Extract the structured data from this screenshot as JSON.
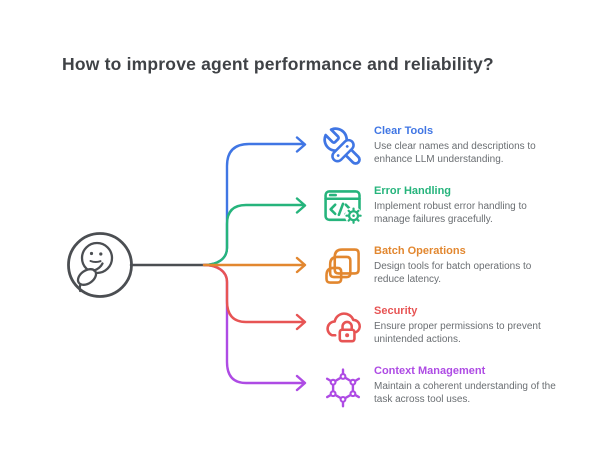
{
  "page": {
    "background_color": "#ffffff",
    "title": "How to improve agent performance and reliability?",
    "title_color": "#3f4246"
  },
  "center": {
    "label": "thinking-face",
    "color": "#4b4e52"
  },
  "text_colors": {
    "description": "#6a6e72"
  },
  "branches": [
    {
      "title": "Clear Tools",
      "description": "Use clear names and descriptions to enhance LLM understanding.",
      "color": "#4076e4",
      "icon": "tools-icon"
    },
    {
      "title": "Error Handling",
      "description": "Implement robust error handling to manage failures gracefully.",
      "color": "#26b47c",
      "icon": "code-window-gear-icon"
    },
    {
      "title": "Batch Operations",
      "description": "Design tools for batch operations to reduce latency.",
      "color": "#e2872f",
      "icon": "documents-stack-icon"
    },
    {
      "title": "Security",
      "description": "Ensure proper permissions to prevent unintended actions.",
      "color": "#e75454",
      "icon": "cloud-lock-icon"
    },
    {
      "title": "Context Management",
      "description": "Maintain a coherent understanding of the task across tool uses.",
      "color": "#ae4be4",
      "icon": "network-nodes-icon"
    }
  ]
}
